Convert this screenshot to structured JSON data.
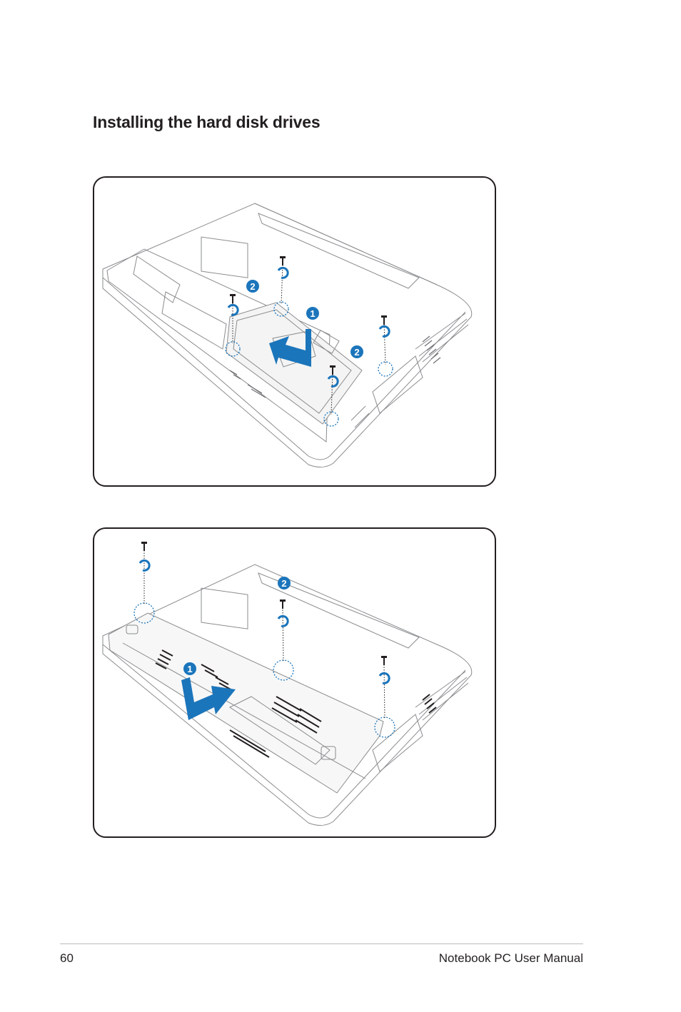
{
  "heading": "Installing the hard disk drives",
  "figures": [
    {
      "step_badges": [
        "1",
        "2",
        "2"
      ]
    },
    {
      "step_badges": [
        "1",
        "2"
      ]
    }
  ],
  "footer": {
    "page_number": "60",
    "title": "Notebook PC User Manual"
  },
  "colors": {
    "accent_blue": "#1b75bb",
    "line_gray": "#8a8c8e",
    "border": "#231f20"
  },
  "icons": [
    "screw-icon",
    "rotate-arrow-icon",
    "slide-arrow-icon",
    "step-badge"
  ]
}
